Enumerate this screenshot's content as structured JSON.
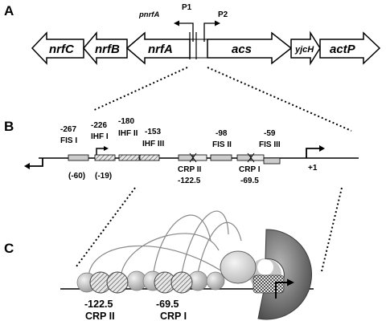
{
  "panels": {
    "a": "A",
    "b": "B",
    "c": "C"
  },
  "panel_a": {
    "promoters": {
      "pnrfA": "pnrfA",
      "p1": "P1",
      "p2": "P2"
    },
    "genes": {
      "nrfC": "nrfC",
      "nrfB": "nrfB",
      "nrfA": "nrfA",
      "acs": "acs",
      "yjcH": "yjcH",
      "actP": "actP"
    }
  },
  "panel_b": {
    "fis1": {
      "pos": "-267",
      "name": "FIS I",
      "alt": "(-60)"
    },
    "ihf1": {
      "pos": "-226",
      "name": "IHF I",
      "alt": "(-19)"
    },
    "ihf2": {
      "pos": "-180",
      "name": "IHF II"
    },
    "ihf3": {
      "pos": "-153",
      "name": "IHF III"
    },
    "fis2": {
      "pos": "-98",
      "name": "FIS II"
    },
    "fis3": {
      "pos": "-59",
      "name": "FIS III"
    },
    "crp2": {
      "name": "CRP II",
      "pos": "-122.5"
    },
    "crp1": {
      "name": "CRP I",
      "pos": "-69.5"
    },
    "tss": "+1"
  },
  "panel_c": {
    "crp2": {
      "pos": "-122.5",
      "name": "CRP II"
    },
    "crp1": {
      "pos": "-69.5",
      "name": "CRP I"
    }
  },
  "colors": {
    "ihf_box": "#d6d6d6",
    "fis_box": "#cccccc",
    "polymerase": "#7a7a7a"
  }
}
